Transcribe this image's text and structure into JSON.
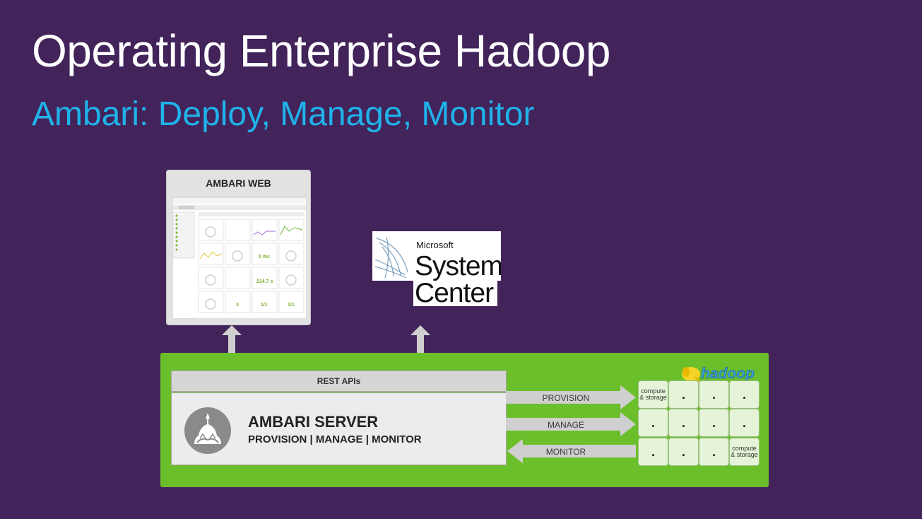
{
  "title": "Operating Enterprise Hadoop",
  "subtitle": "Ambari: Deploy, Manage, Monitor",
  "ambari_web": {
    "label": "AMBARI WEB"
  },
  "system_center": {
    "line1": "Microsoft",
    "line2": "System",
    "line3": "Center"
  },
  "rest_apis": "REST APIs",
  "server": {
    "title": "AMBARI SERVER",
    "subtitle": "PROVISION | MANAGE | MONITOR"
  },
  "arrows": {
    "provision": "PROVISION",
    "manage": "MANAGE",
    "monitor": "MONITOR"
  },
  "hadoop_logo": "hadoop",
  "grid": {
    "cell_label": "compute & storage",
    "dot": "."
  },
  "colors": {
    "background": "#42235a",
    "subtitle": "#1fb3ea",
    "green_panel": "#6abf2a"
  }
}
